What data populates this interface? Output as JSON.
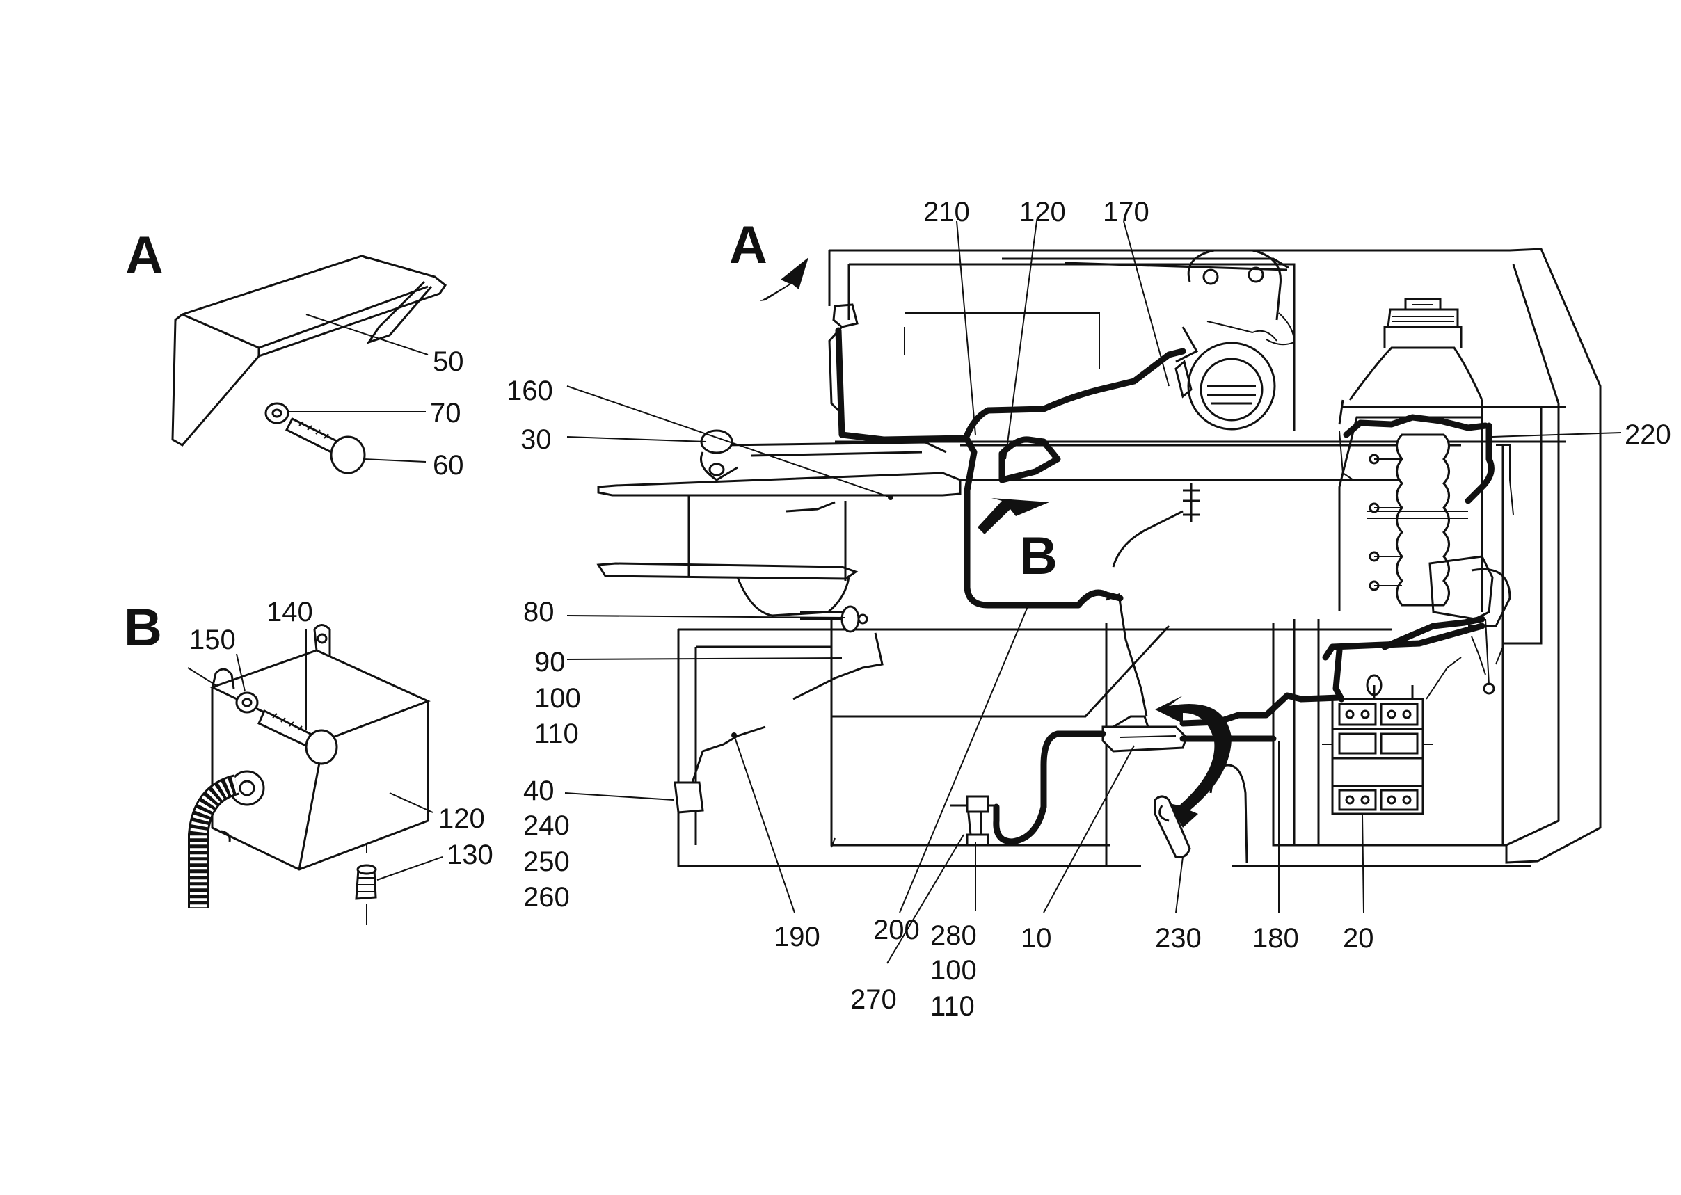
{
  "detail_a": {
    "letter": "A",
    "labels": [
      "50",
      "70",
      "60"
    ]
  },
  "detail_b": {
    "letter": "B",
    "labels": [
      "150",
      "140",
      "120",
      "130"
    ]
  },
  "main": {
    "view_letters": [
      "A",
      "B"
    ],
    "top_labels": [
      "210",
      "120",
      "170"
    ],
    "left_labels": [
      "160",
      "30",
      "80",
      "90",
      "100",
      "110",
      "40",
      "240",
      "250",
      "260"
    ],
    "right_labels": [
      "220"
    ],
    "bottom_labels": [
      "190",
      "200",
      "270",
      "280",
      "100",
      "110",
      "10",
      "230",
      "180",
      "20"
    ]
  }
}
